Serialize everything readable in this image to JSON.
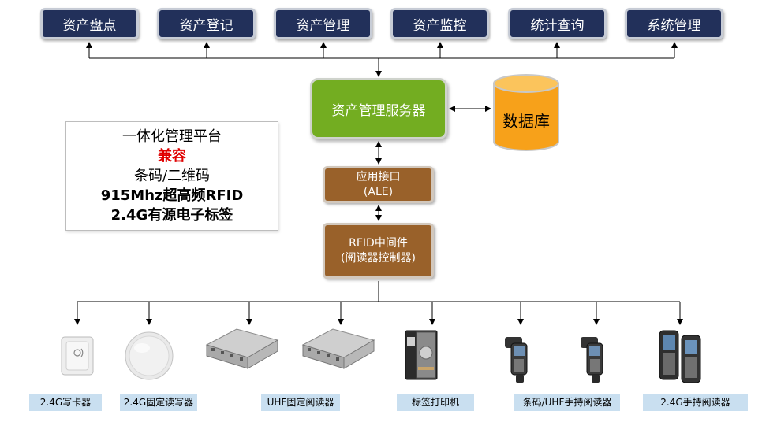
{
  "modules": [
    {
      "label": "资产盘点"
    },
    {
      "label": "资产登记"
    },
    {
      "label": "资产管理"
    },
    {
      "label": "资产监控"
    },
    {
      "label": "统计查询"
    },
    {
      "label": "系统管理"
    }
  ],
  "server": {
    "label": "资产管理服务器"
  },
  "database": {
    "label": "数据库"
  },
  "ale": {
    "line1": "应用接口",
    "line2": "(ALE)"
  },
  "middleware": {
    "line1": "RFID中间件",
    "line2": "(阅读器控制器)"
  },
  "platform": {
    "line1": "一体化管理平台",
    "line2": "兼容",
    "line3": "条码/二维码",
    "line4": "915Mhz超高频RFID",
    "line5": "2.4G有源电子标签"
  },
  "devices": [
    {
      "label": "2.4G写卡器",
      "icon": "card-writer-icon"
    },
    {
      "label": "2.4G固定读写器",
      "icon": "round-reader-icon"
    },
    {
      "label": "UHF固定阅读器",
      "icon": "fixed-reader-icon"
    },
    {
      "label": "标签打印机",
      "icon": "label-printer-icon"
    },
    {
      "label": "条码/UHF手持阅读器",
      "icon": "handheld-gun-icon"
    },
    {
      "label": "2.4G手持阅读器",
      "icon": "handheld-pda-icon"
    }
  ],
  "colors": {
    "module_bg": "#22305a",
    "server_bg": "#73ad21",
    "database_fill": "#f7a11a",
    "interface_bg": "#99612a",
    "device_label_bg": "#c9dff0",
    "highlight_red": "#e00000"
  }
}
